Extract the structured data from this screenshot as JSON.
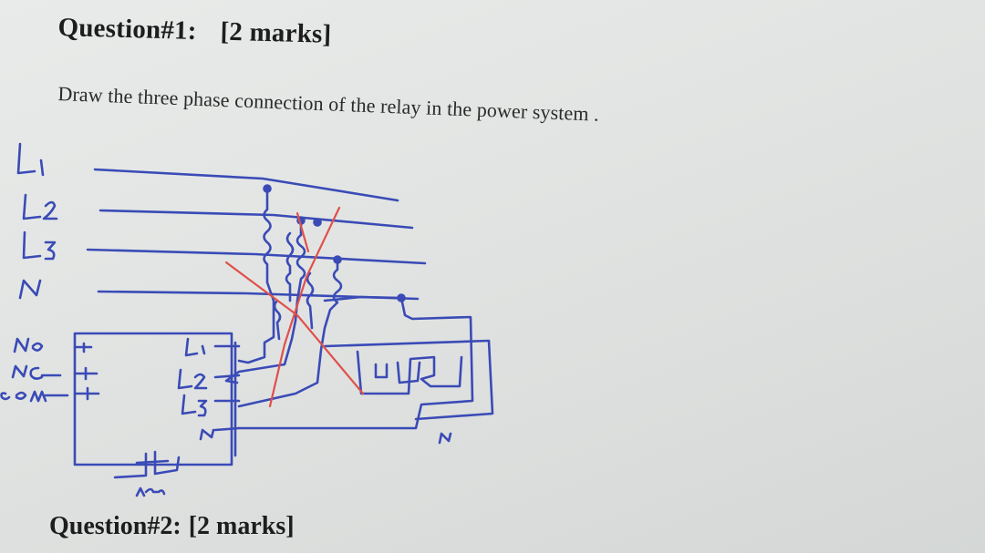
{
  "question1": {
    "title": "Question#1:",
    "marks": "[2 marks]",
    "instruction": "Draw the three phase connection of the relay in the power system ."
  },
  "drawing": {
    "line_labels": [
      "L1",
      "L2",
      "L3",
      "N"
    ],
    "relay_left_labels": [
      "No",
      "NC",
      "Com"
    ],
    "relay_right_labels": [
      "L1",
      "L2",
      "L3",
      "N"
    ],
    "neutral_label": "N",
    "ink_color": "#3a4bb6",
    "correction_color": "#e0504a"
  },
  "question2": {
    "title": "Question#2:",
    "marks": "[2 marks]"
  }
}
